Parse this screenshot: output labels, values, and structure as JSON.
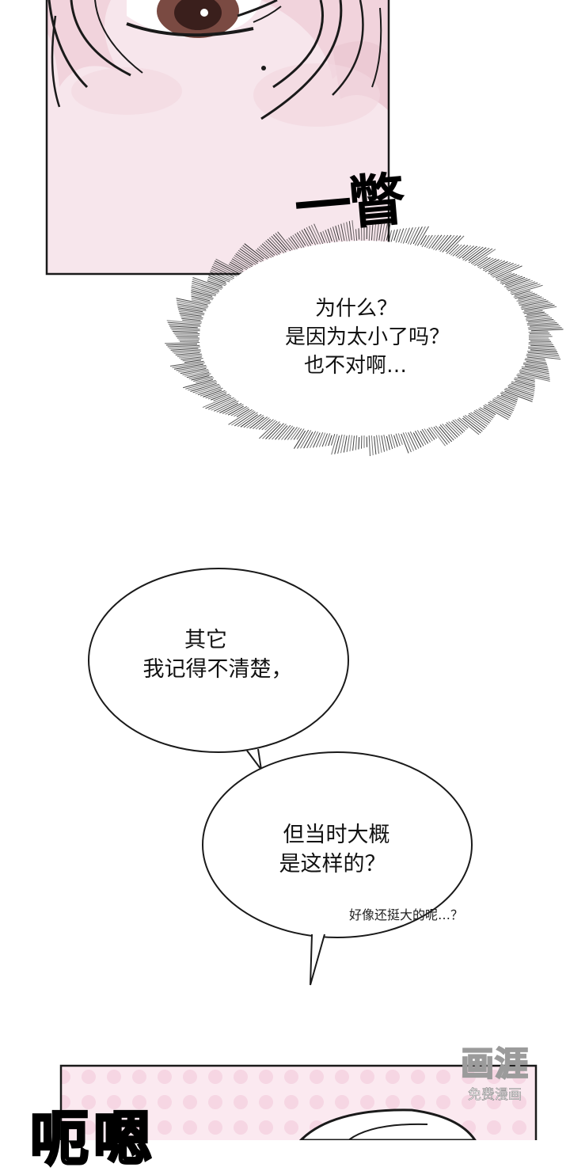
{
  "panel_1": {
    "sfx": "一瞥",
    "thought_bubble": {
      "line_1": "为什么？",
      "line_2": "是因为太小了吗？",
      "line_3": "也不对啊…"
    }
  },
  "panel_2": {
    "bubble_1": {
      "line_1": "其它",
      "line_2": "我记得不清楚，"
    },
    "bubble_2": {
      "line_1": "但当时大概",
      "line_2": "是这样的？"
    },
    "whisper": "好像还挺大的呢…？"
  },
  "panel_3": {
    "sfx": "呃嗯"
  },
  "watermark": {
    "logo": "画涯",
    "subtitle": "免费漫画"
  },
  "colors": {
    "skin_pink": "#f7e6ec",
    "hair_pink": "#f1d3dc",
    "iris_brown": "#7a4a42",
    "panel_border": "#1a1a1a",
    "dotted_pink": "#f6d6e3"
  }
}
